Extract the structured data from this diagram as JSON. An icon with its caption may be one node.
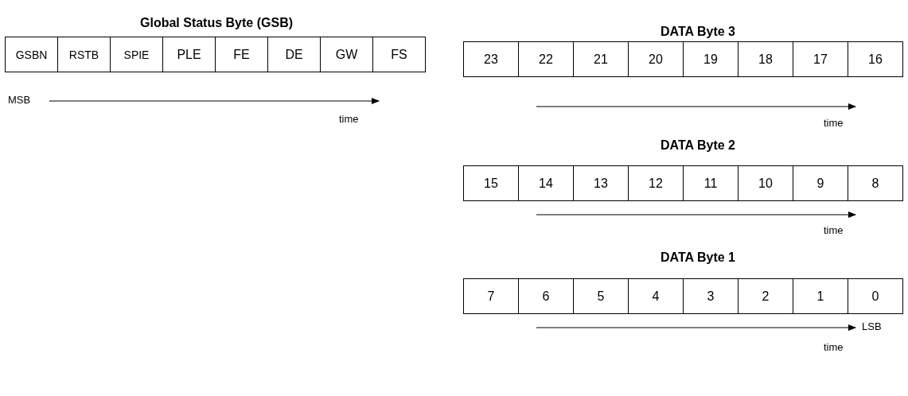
{
  "diagram": {
    "labels": [
      "Global Status Byte (GSB)",
      "GSBN",
      "RSTB",
      "SPIE",
      "PLE",
      "FE",
      "DE",
      "GW",
      "FS",
      "MSB",
      "time",
      "DATA Byte 3",
      "23",
      "22",
      "21",
      "20",
      "19",
      "18",
      "17",
      "16",
      "time",
      "DATA Byte 2",
      "15",
      "14",
      "13",
      "12",
      "11",
      "10",
      "9",
      "8",
      "time",
      "DATA Byte 1",
      "7",
      "6",
      "5",
      "4",
      "3",
      "2",
      "1",
      "0",
      "LSB",
      "time"
    ]
  }
}
